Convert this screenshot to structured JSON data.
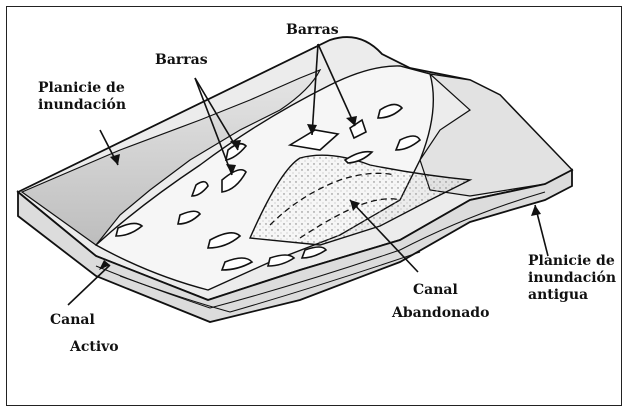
{
  "labels": {
    "bars_left": "Barras",
    "bars_top": "Barras",
    "floodplain_1": "Planicie de",
    "floodplain_2": "inundación",
    "active_channel_1": "Canal",
    "active_channel_2": "Activo",
    "abandoned_channel_1": "Canal",
    "abandoned_channel_2": "Abandonado",
    "old_floodplain_1": "Planicie de",
    "old_floodplain_2": "inundación",
    "old_floodplain_3": "antigua"
  },
  "colors": {
    "outline": "#111111",
    "floodplain_shade": "#cfcfcf",
    "channel_fill": "#f4f4f4",
    "bar_fill": "#ffffff"
  }
}
